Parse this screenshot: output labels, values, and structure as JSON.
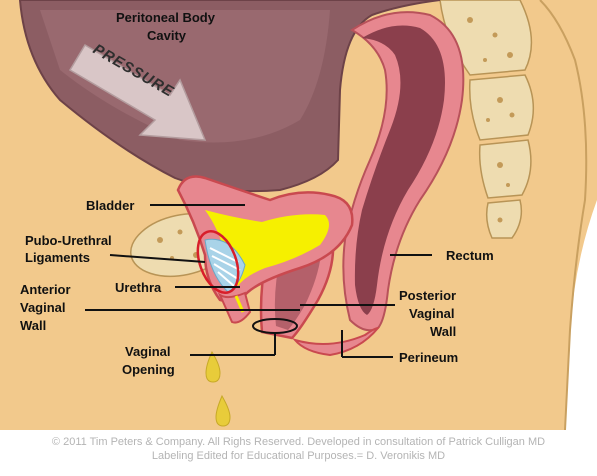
{
  "labels": {
    "peritoneal_1": "Peritoneal Body",
    "peritoneal_2": "Cavity",
    "pressure": "PRESSURE",
    "bladder": "Bladder",
    "pubo_1": "Pubo-Urethral",
    "pubo_2": "Ligaments",
    "anterior_1": "Anterior",
    "anterior_2": "Vaginal",
    "anterior_3": "Wall",
    "urethra": "Urethra",
    "rectum": "Rectum",
    "posterior_1": "Posterior",
    "posterior_2": "Vaginal",
    "posterior_3": "Wall",
    "vaginal_opening_1": "Vaginal",
    "vaginal_opening_2": "Opening",
    "perineum": "Perineum"
  },
  "copyright": {
    "line1": "© 2011 Tim Peters & Company.  All Righs Reserved. Developed in consultation of Patrick Culligan MD",
    "line2": "Labeling Edited for Educational Purposes.= D. Veronikis MD"
  },
  "colors": {
    "skin": "#f2c98c",
    "cavity": "#8c5d63",
    "cavity_light": "#a8787e",
    "tissue_pink": "#e7878f",
    "tissue_red": "#c9494f",
    "bladder_fill": "#f6f000",
    "rectum_inner": "#8b3f4c",
    "bone": "#eedcb0",
    "ligament_blue": "#a9d3e8",
    "drop": "#e8cc3a"
  }
}
